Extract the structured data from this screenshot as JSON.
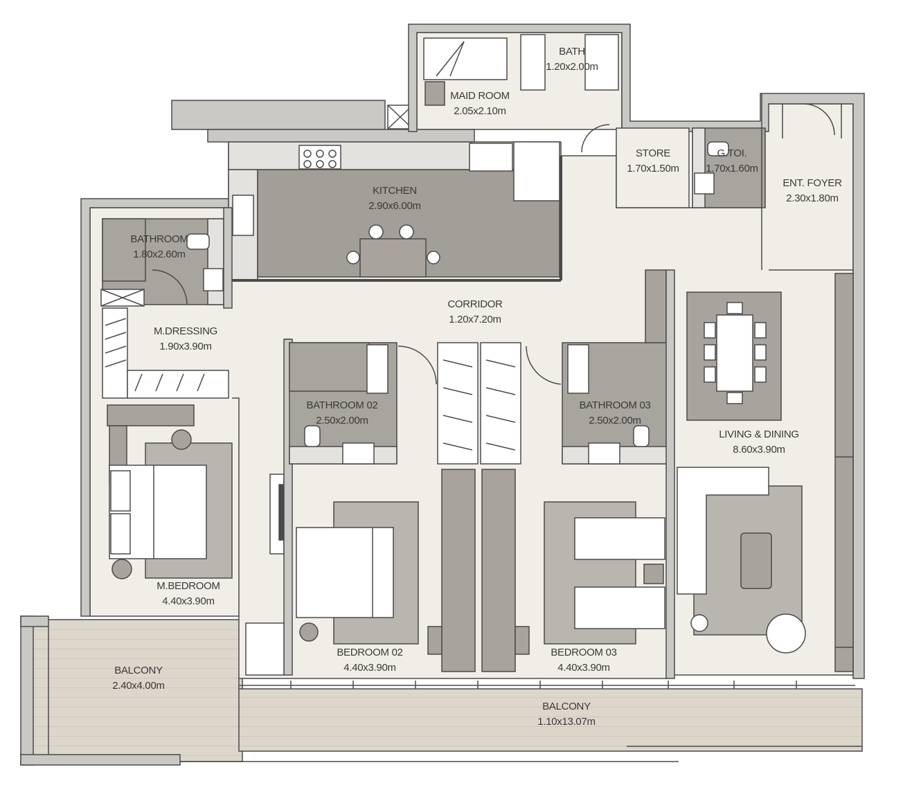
{
  "colors": {
    "wall": "#c9c8c5",
    "wall_outline": "#4a4a4a",
    "floor": "#f1eee7",
    "wet_floor": "#a8a49e",
    "kitchen_floor": "#a29e98",
    "rug": "#b9b5af",
    "furniture": "#ffffff",
    "balcony": "#dcd6cb",
    "joinery": "#9d9890"
  },
  "rooms": [
    {
      "id": "maid-room",
      "name": "MAID ROOM",
      "size": "2.05x2.10m"
    },
    {
      "id": "bath",
      "name": "BATH",
      "size": "1.20x2.00m"
    },
    {
      "id": "store",
      "name": "STORE",
      "size": "1.70x1.50m"
    },
    {
      "id": "g-toi",
      "name": "G.TOI.",
      "size": "1.70x1.60m"
    },
    {
      "id": "ent-foyer",
      "name": "ENT. FOYER",
      "size": "2.30x1.80m"
    },
    {
      "id": "kitchen",
      "name": "KITCHEN",
      "size": "2.90x6.00m"
    },
    {
      "id": "bathroom",
      "name": "BATHROOM",
      "size": "1.80x2.60m"
    },
    {
      "id": "corridor",
      "name": "CORRIDOR",
      "size": "1.20x7.20m"
    },
    {
      "id": "m-dressing",
      "name": "M.DRESSING",
      "size": "1.90x3.90m"
    },
    {
      "id": "bathroom-02",
      "name": "BATHROOM 02",
      "size": "2.50x2.00m"
    },
    {
      "id": "bathroom-03",
      "name": "BATHROOM 03",
      "size": "2.50x2.00m"
    },
    {
      "id": "living-dining",
      "name": "LIVING & DINING",
      "size": "8.60x3.90m"
    },
    {
      "id": "m-bedroom",
      "name": "M.BEDROOM",
      "size": "4.40x3.90m"
    },
    {
      "id": "bedroom-02",
      "name": "BEDROOM 02",
      "size": "4.40x3.90m"
    },
    {
      "id": "bedroom-03",
      "name": "BEDROOM 03",
      "size": "4.40x3.90m"
    },
    {
      "id": "balcony-1",
      "name": "BALCONY",
      "size": "2.40x4.00m"
    },
    {
      "id": "balcony-2",
      "name": "BALCONY",
      "size": "1.10x13.07m"
    }
  ]
}
